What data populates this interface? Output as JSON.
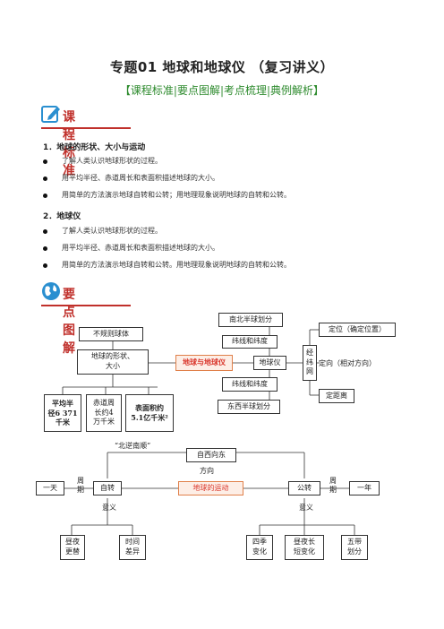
{
  "header": {
    "title": "专题01    地球和地球仪    （复习讲义）",
    "subtitle": "【课程标准|要点图解|考点梳理|典例解析】"
  },
  "section1": {
    "label": "课程标准",
    "icon": "pencil-edit-icon",
    "groups": [
      {
        "heading": "1．地球的形状、大小与运动",
        "items": [
          "了解人类认识地球形状的过程。",
          "用平均半径、赤道周长和表面积描述地球的大小。",
          "用简单的方法演示地球自转和公转；用地理现象说明地球的自转和公转。"
        ]
      },
      {
        "heading": "2．地球仪",
        "items": [
          "了解人类认识地球形状的过程。",
          "用平均半径、赤道周长和表面积描述地球的大小。",
          "用简单的方法演示地球自转和公转。用地理现象说明地球的自转和公转。"
        ]
      }
    ]
  },
  "section2": {
    "label": "要点图解",
    "icon": "globe-icon"
  },
  "diagram1": {
    "center": "地球与地球仪",
    "irregular": "不规则球体",
    "shape_size": "地球的形状、\n大小",
    "radius": "平均半\n径6 371\n千米",
    "equator": "赤道周\n长约4\n万千米",
    "area": "表面积约\n5.1亿千米²",
    "globe": "地球仪",
    "ns_hemi": "南北半球划分",
    "lat_lon_top": "纬线和纬度",
    "lat_lon_bottom": "纬线和纬度",
    "ew_hemi": "东西半球划分",
    "grid": "经\n纬\n网",
    "locate": "定位（确定位置）",
    "direction": "定向（相对方向）",
    "distance": "定距离"
  },
  "diagram2": {
    "center": "地球的运动",
    "quote": "“北逆南顺”",
    "we": "自西向东",
    "dir": "方向",
    "rotation": "自转",
    "revolution": "公转",
    "period_l": "周\n期",
    "period_r": "周\n期",
    "day": "一天",
    "year": "一年",
    "meaning_l": "意义",
    "meaning_r": "意义",
    "daynight": "昼夜\n更替",
    "timediff": "时间\n差异",
    "seasons": "四季\n变化",
    "daylen": "昼夜长\n短变化",
    "zones": "五带\n划分"
  }
}
